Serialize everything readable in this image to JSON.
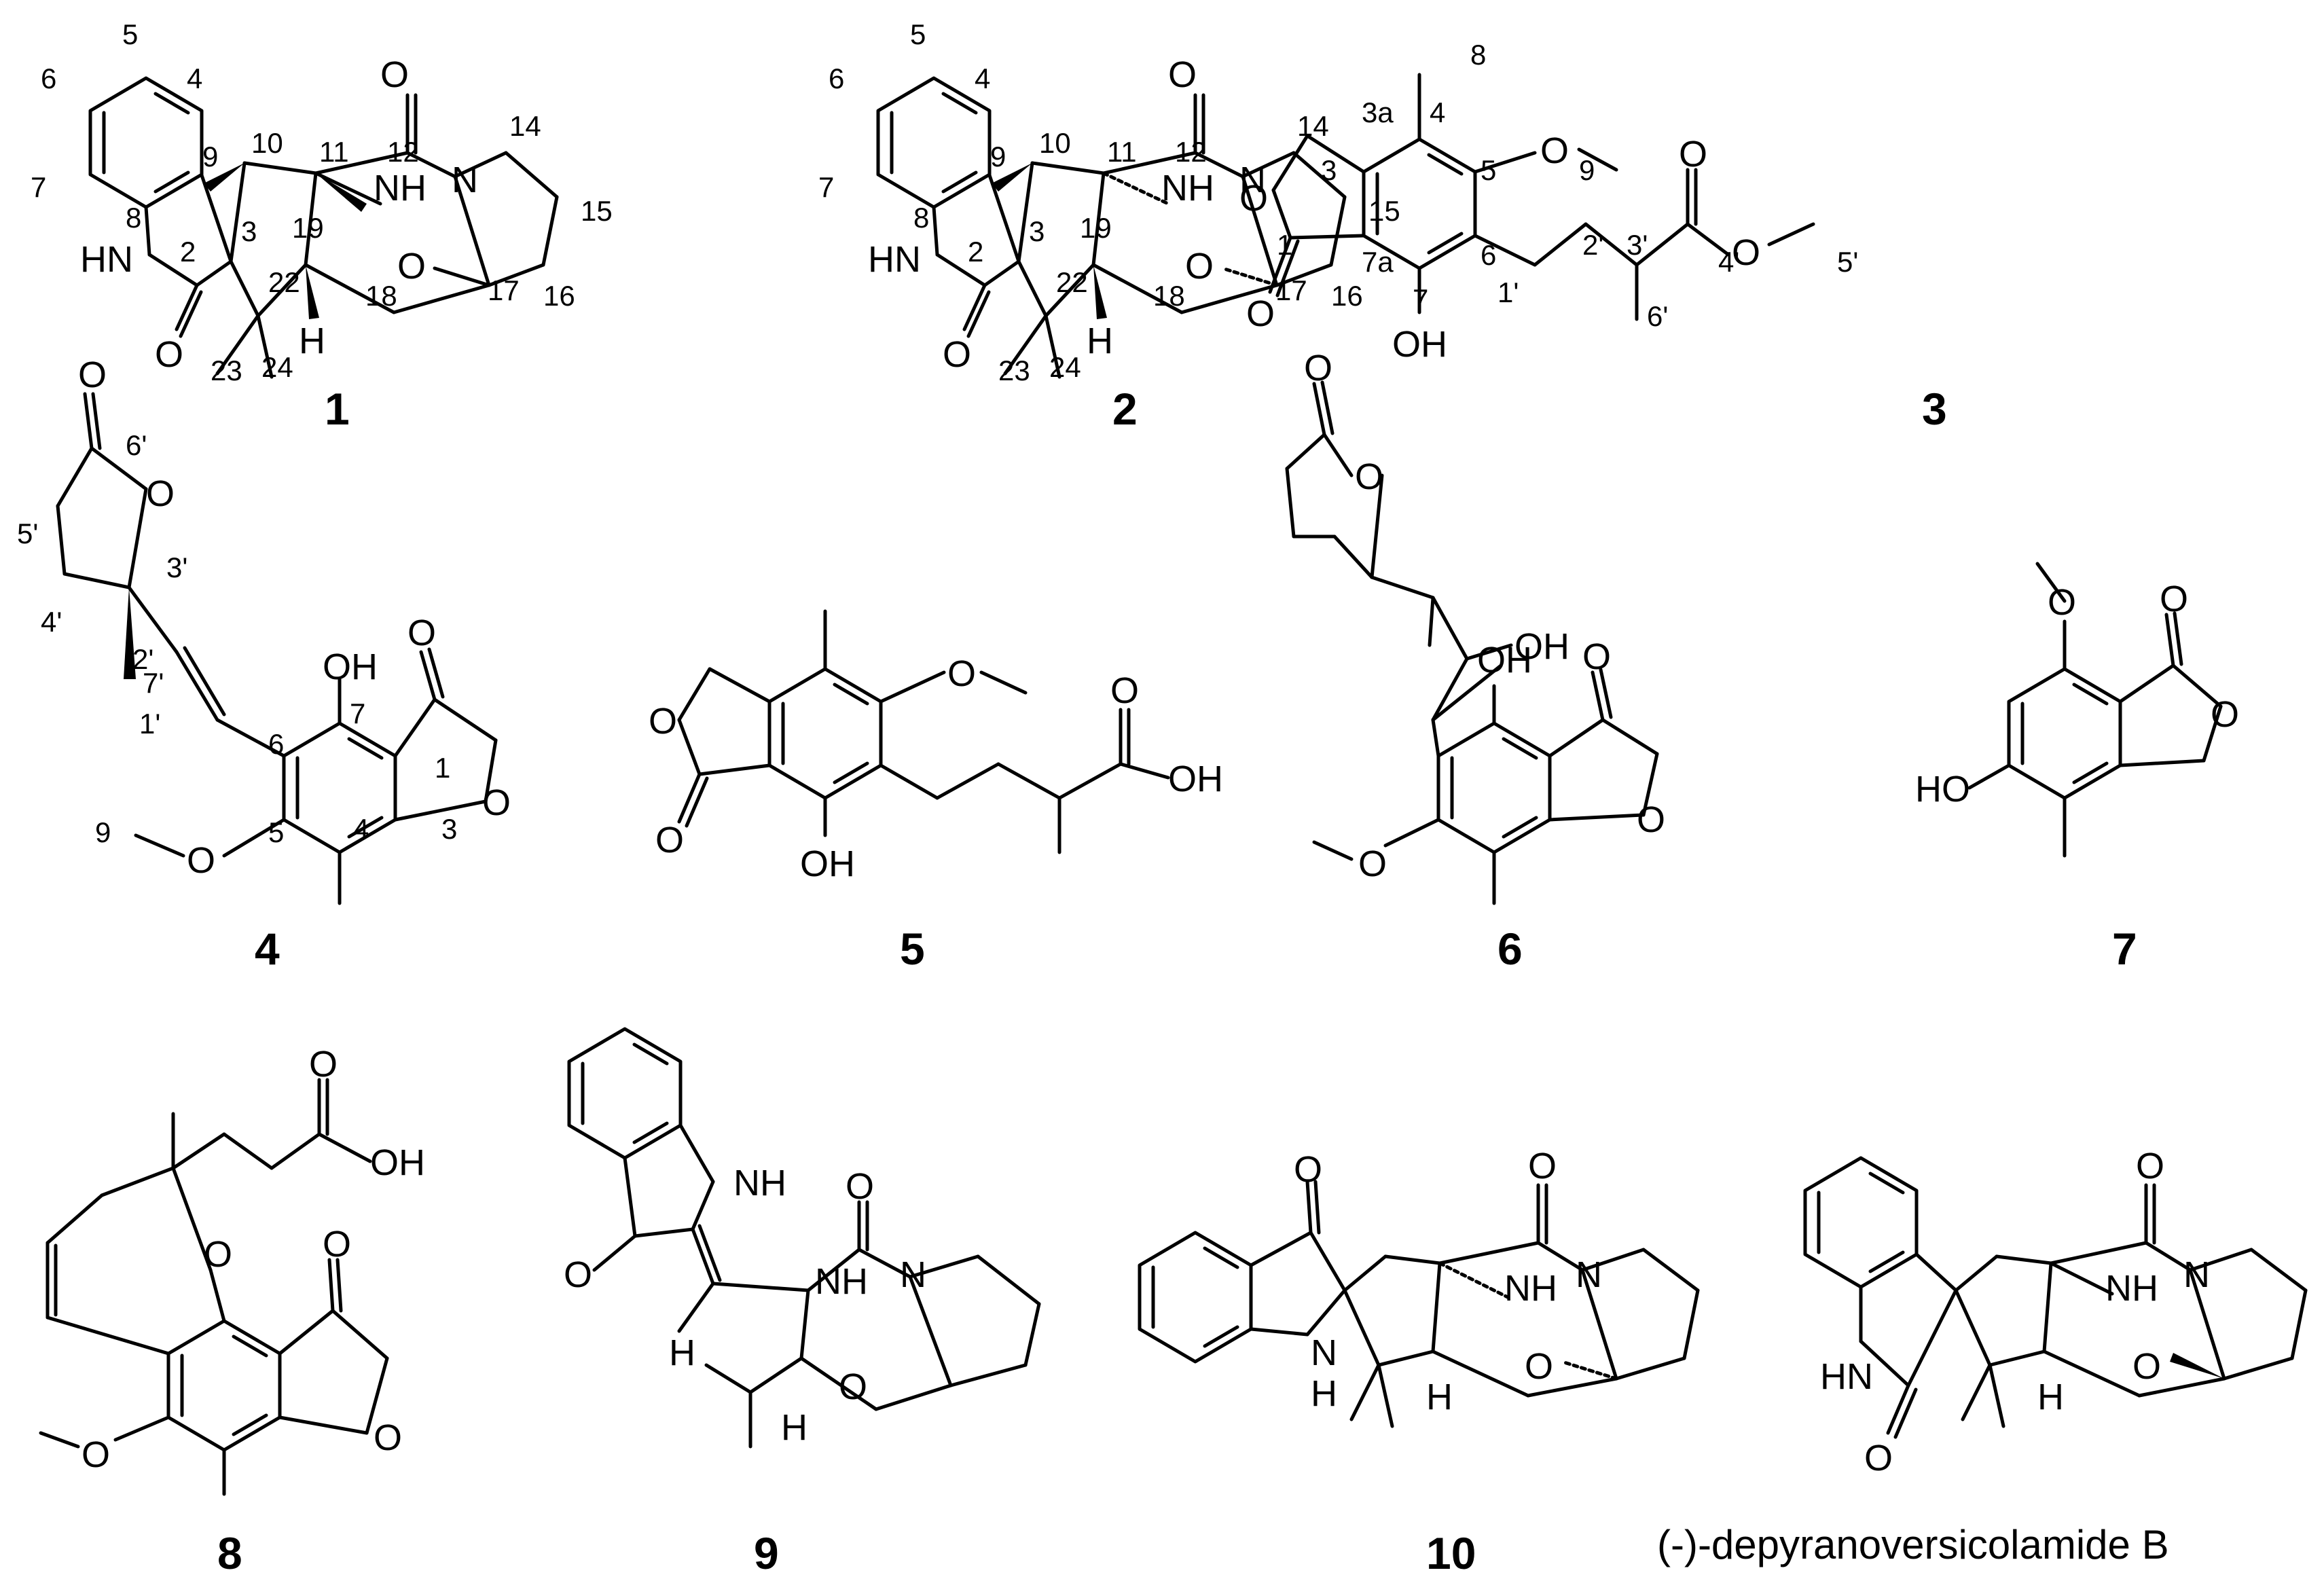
{
  "figure_title": "",
  "compounds": [
    {
      "id": "1",
      "labels": [
        "5",
        "4",
        "6",
        "10",
        "11",
        "12",
        "14",
        "7",
        "9",
        "8",
        "3",
        "2",
        "19",
        "15",
        "22",
        "17",
        "18",
        "16",
        "23",
        "24"
      ],
      "atoms": [
        "O",
        "NH",
        "N",
        "HN",
        "O",
        "O",
        "H"
      ]
    },
    {
      "id": "2",
      "labels": [
        "5",
        "4",
        "6",
        "10",
        "11",
        "12",
        "14",
        "7",
        "9",
        "8",
        "3",
        "2",
        "19",
        "15",
        "22",
        "17",
        "18",
        "16",
        "23",
        "24"
      ],
      "atoms": [
        "O",
        "NH",
        "N",
        "HN",
        "O",
        "O",
        "H"
      ]
    },
    {
      "id": "3",
      "labels": [
        "8",
        "3a",
        "4",
        "3",
        "5",
        "9",
        "1",
        "7a",
        "6",
        "2'",
        "3'",
        "4'",
        "5'",
        "1'",
        "7",
        "6'"
      ],
      "atoms": [
        "O",
        "O",
        "O",
        "O",
        "O",
        "O",
        "OH"
      ]
    },
    {
      "id": "4",
      "labels": [
        "6'",
        "5'",
        "3'",
        "4'",
        "2'",
        "1'",
        "7'",
        "7",
        "6",
        "1",
        "3",
        "9",
        "5",
        "4"
      ],
      "atoms": [
        "O",
        "O",
        "OH",
        "O",
        "O",
        "O"
      ]
    },
    {
      "id": "5",
      "labels": [],
      "atoms": [
        "O",
        "O",
        "O",
        "O",
        "OH",
        "OH"
      ]
    },
    {
      "id": "6",
      "labels": [],
      "atoms": [
        "O",
        "O",
        "OH",
        "OH",
        "O",
        "O",
        "O"
      ]
    },
    {
      "id": "7",
      "labels": [],
      "atoms": [
        "O",
        "O",
        "O",
        "HO"
      ]
    },
    {
      "id": "8",
      "labels": [],
      "atoms": [
        "O",
        "OH",
        "O",
        "O",
        "O",
        "O"
      ]
    },
    {
      "id": "9",
      "labels": [],
      "atoms": [
        "NH",
        "O",
        "O",
        "H",
        "NH",
        "N",
        "O",
        "H"
      ]
    },
    {
      "id": "10",
      "labels": [],
      "atoms": [
        "O",
        "O",
        "NH",
        "N",
        "O",
        "N",
        "H",
        "H"
      ]
    },
    {
      "id": "",
      "name": "(-)-depyranoversicolamide B",
      "labels": [],
      "atoms": [
        "O",
        "NH",
        "N",
        "O",
        "HN",
        "O",
        "H"
      ]
    }
  ]
}
